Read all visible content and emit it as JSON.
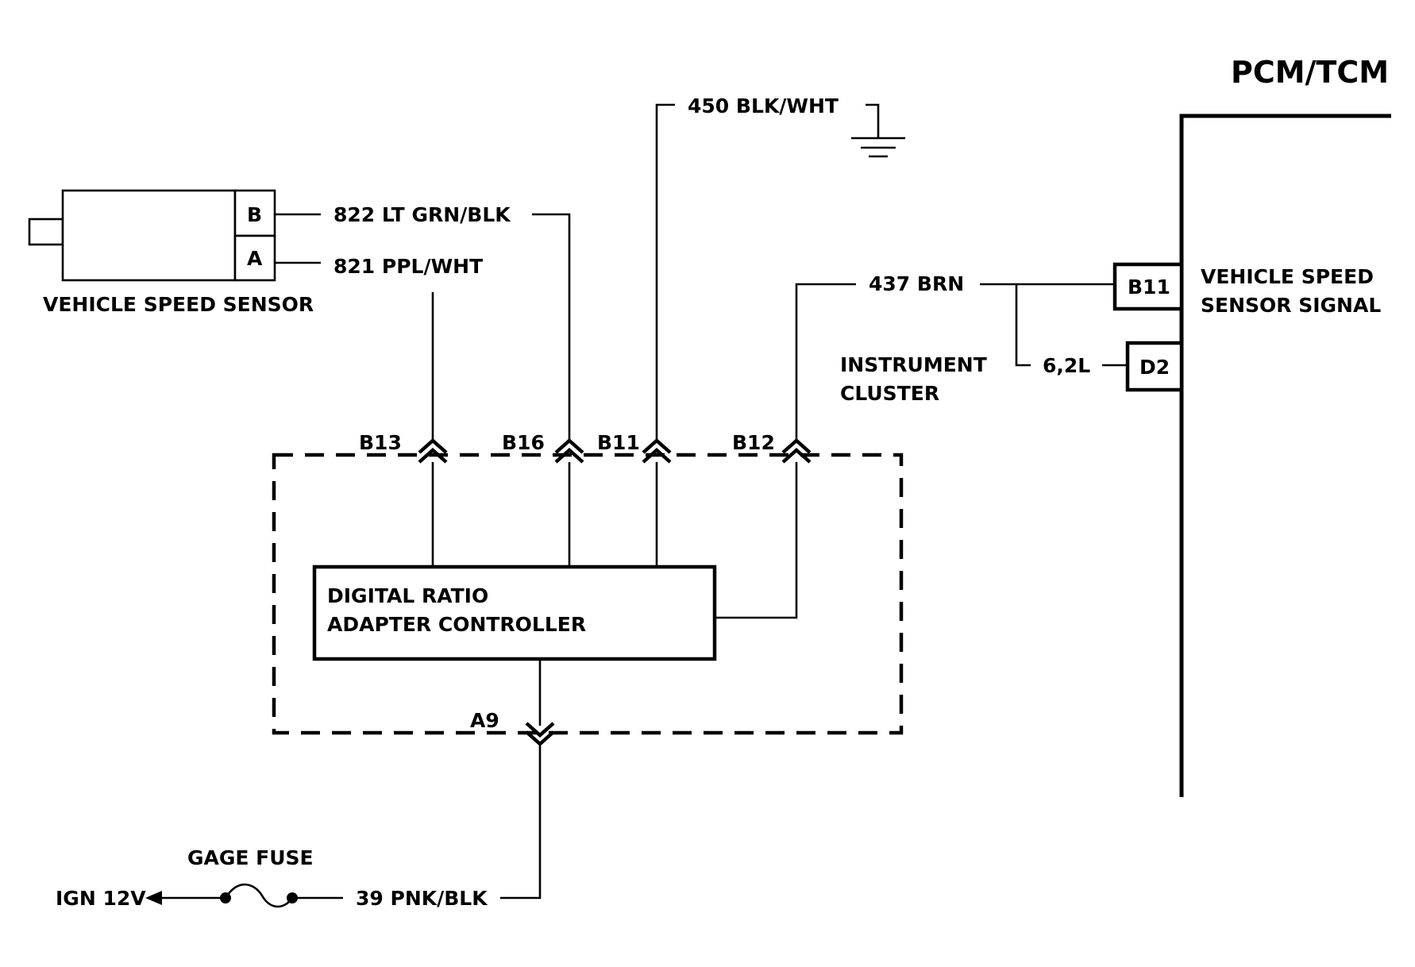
{
  "labels": {
    "pcm_tcm": "PCM/TCM",
    "vss_title": "VEHICLE SPEED SENSOR",
    "vss_pin_b": "B",
    "vss_pin_a": "A",
    "wire_822": "822 LT GRN/BLK",
    "wire_821": "821 PPL/WHT",
    "wire_450": "450 BLK/WHT",
    "wire_437": "437 BRN",
    "wire_39": "39 PNK/BLK",
    "pcm_pin_b11": "B11",
    "pcm_pin_d2": "D2",
    "vss_signal_line1": "VEHICLE SPEED",
    "vss_signal_line2": "SENSOR SIGNAL",
    "cluster_line1": "INSTRUMENT",
    "cluster_line2": "CLUSTER",
    "engine_variant": "6,2L",
    "conn_b13": "B13",
    "conn_b16": "B16",
    "conn_b11": "B11",
    "conn_b12": "B12",
    "conn_a9": "A9",
    "drac_line1": "DIGITAL RATIO",
    "drac_line2": "ADAPTER CONTROLLER",
    "gage_fuse": "GAGE FUSE",
    "ign": "IGN 12V"
  }
}
